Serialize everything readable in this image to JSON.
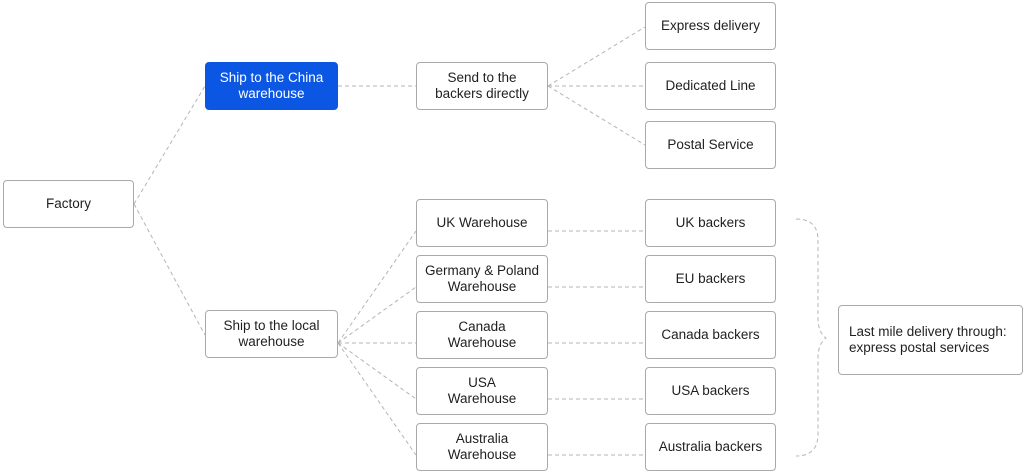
{
  "nodes": {
    "factory": "Factory",
    "china_warehouse": "Ship to the China\nwarehouse",
    "local_warehouse": "Ship to the local\nwarehouse",
    "send_directly": "Send to the\nbackers directly",
    "express_delivery": "Express delivery",
    "dedicated_line": "Dedicated Line",
    "postal_service": "Postal Service",
    "uk_warehouse": "UK Warehouse",
    "germany_poland_warehouse": "Germany & Poland\nWarehouse",
    "canada_warehouse": "Canada\nWarehouse",
    "usa_warehouse": "USA\nWarehouse",
    "australia_warehouse": "Australia\nWarehouse",
    "uk_backers": "UK backers",
    "eu_backers": "EU backers",
    "canada_backers": "Canada backers",
    "usa_backers": "USA backers",
    "australia_backers": "Australia backers",
    "last_mile_note": "Last mile delivery through:\nexpress postal services"
  },
  "colors": {
    "highlight": "#0b57e3",
    "border": "#a9a9a9",
    "connector": "#b5b5b5"
  }
}
